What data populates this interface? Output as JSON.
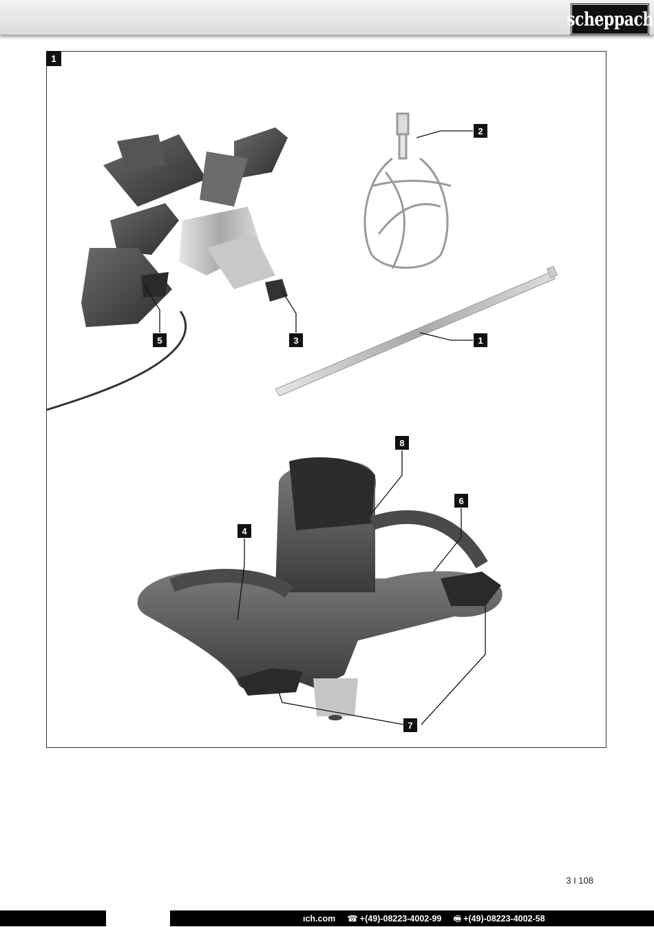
{
  "header": {
    "logo_text": "scheppach"
  },
  "figure": {
    "number": "1",
    "callouts": [
      "1",
      "2",
      "3",
      "4",
      "5",
      "6",
      "7",
      "8"
    ]
  },
  "page_number": "3 I 108",
  "footer": {
    "website": "ıch.com",
    "phone_icon": "phone-icon",
    "phone": "+(49)-08223-4002-99",
    "fax_icon": "fax-icon",
    "fax": "+(49)-08223-4002-58"
  }
}
